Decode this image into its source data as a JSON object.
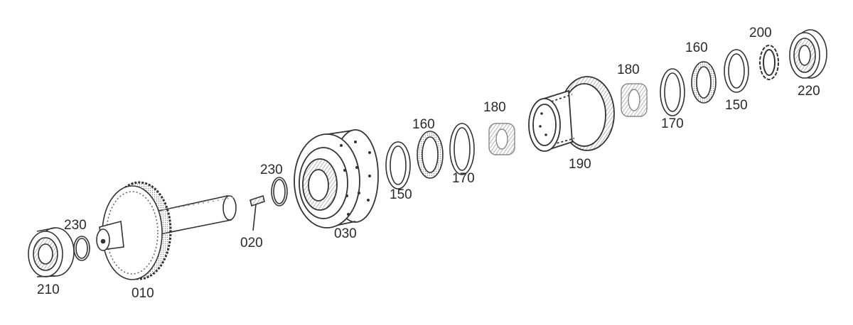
{
  "diagram": {
    "style": {
      "ink": "#333333",
      "paper": "#ffffff",
      "shade": "#d9d9d9"
    },
    "callouts": {
      "c210": "210",
      "c230_left": "230",
      "c010": "010",
      "c020": "020",
      "c230_mid": "230",
      "c030": "030",
      "c150_left": "150",
      "c160_left": "160",
      "c170_left": "170",
      "c180_left": "180",
      "c190": "190",
      "c180_right": "180",
      "c170_right": "170",
      "c160_right": "160",
      "c150_right": "150",
      "c200": "200",
      "c220": "220"
    }
  }
}
